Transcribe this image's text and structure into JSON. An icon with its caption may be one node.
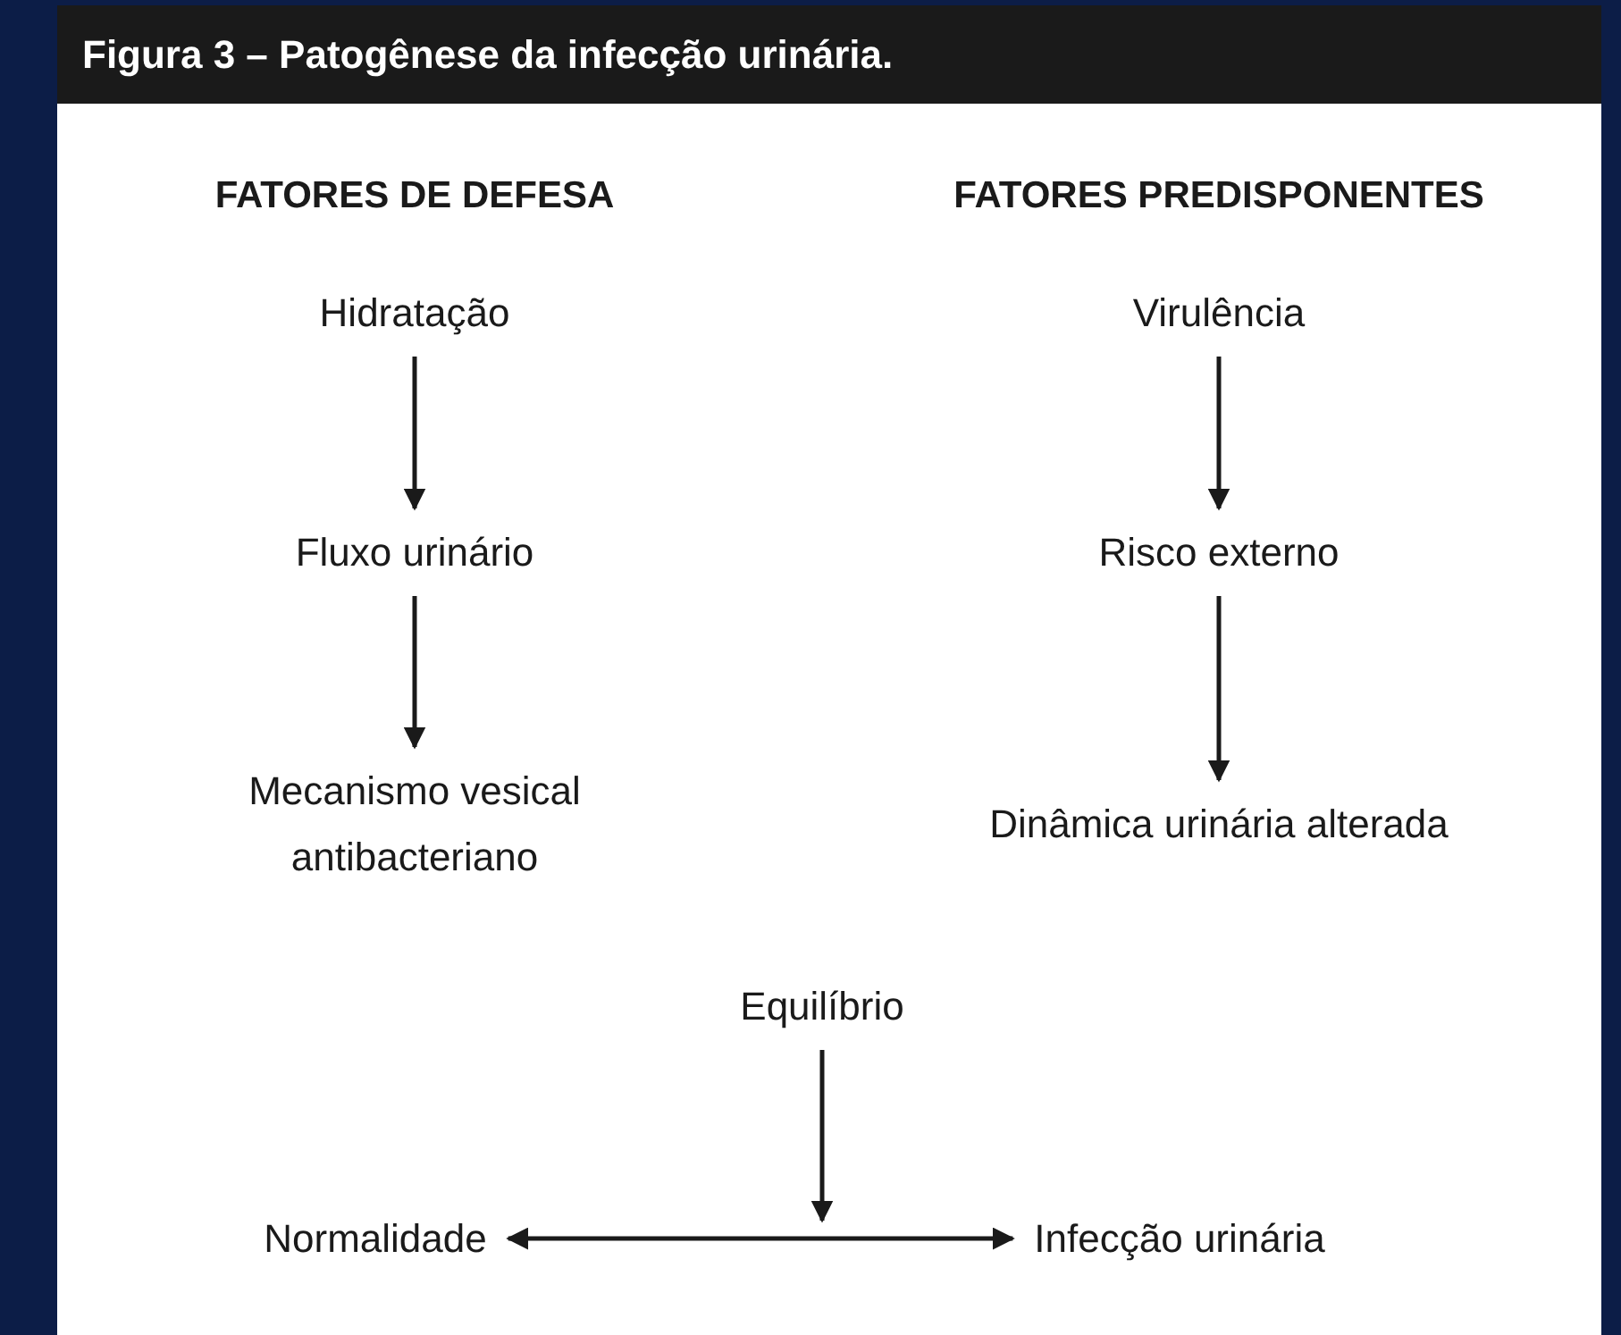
{
  "diagram": {
    "title": "Figura 3 – Patogênese da infecção urinária.",
    "nodes": [
      {
        "text": [
          "Hidratação"
        ]
      },
      {
        "text": [
          "Fluxo urinário"
        ]
      },
      {
        "text": [
          "Mecanismo vesical antibacteriano"
        ]
      },
      {
        "text": [
          "Virulência"
        ]
      },
      {
        "text": [
          "Risco externo"
        ]
      },
      {
        "text": [
          "Dinâmica urinária alterada"
        ]
      },
      {
        "text": [
          "Equilíbrio"
        ]
      },
      {
        "text": [
          "Normalidade"
        ]
      },
      {
        "text": [
          "Infecção urinária"
        ]
      }
    ],
    "edges": [
      {
        "from": 0,
        "to": 1,
        "arrow": "to"
      },
      {
        "from": 1,
        "to": 2,
        "arrow": "to"
      },
      {
        "from": 3,
        "to": 4,
        "arrow": "to"
      },
      {
        "from": 4,
        "to": 5,
        "arrow": "to"
      },
      {
        "from": 6,
        "to": null,
        "arrow": "to"
      },
      {
        "from": 7,
        "to": 8,
        "arrow": "both"
      }
    ],
    "labels": [
      "FATORES DE DEFESA",
      "FATORES PREDISPONENTES"
    ]
  }
}
